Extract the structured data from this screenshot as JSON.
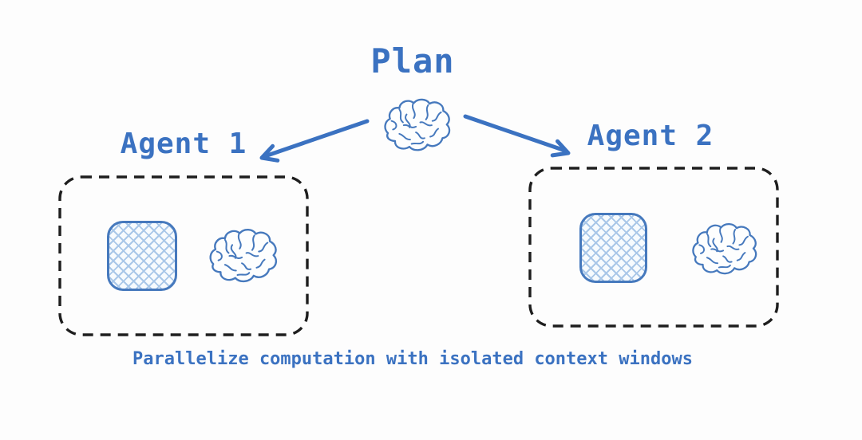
{
  "diagram": {
    "plan": {
      "label": "Plan",
      "icon": "brain-icon"
    },
    "agents": [
      {
        "label": "Agent 1",
        "contents": [
          "context-window-icon",
          "brain-icon"
        ]
      },
      {
        "label": "Agent 2",
        "contents": [
          "context-window-icon",
          "brain-icon"
        ]
      }
    ],
    "caption": "Parallelize computation with isolated context windows"
  },
  "colors": {
    "accent_blue": "#3b72c1",
    "sketch_blue": "#4679bd",
    "hatch_blue": "#a9c7e8",
    "hatch_fill": "#f7fbfe",
    "box_dash": "#1e1e1e",
    "background": "#fdfdfd"
  }
}
